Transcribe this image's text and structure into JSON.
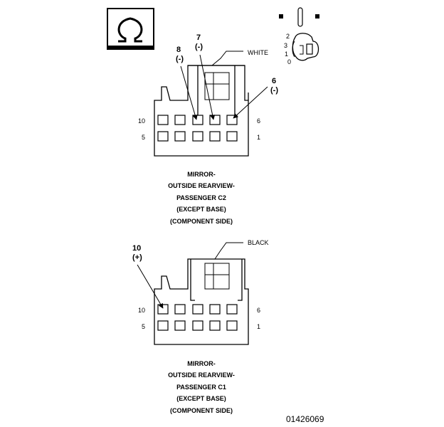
{
  "key_icon": {
    "positions": [
      "2",
      "3",
      "1",
      "0"
    ]
  },
  "connector_c2": {
    "wire_color": "WHITE",
    "pins": [
      {
        "number": "8",
        "polarity": "(-)"
      },
      {
        "number": "7",
        "polarity": "(-)"
      },
      {
        "number": "6",
        "polarity": "(-)"
      }
    ],
    "row_labels": {
      "top_left": "10",
      "top_right": "6",
      "bottom_left": "5",
      "bottom_right": "1"
    },
    "caption": [
      "MIRROR-",
      "OUTSIDE REARVIEW-",
      "PASSENGER C2",
      "(EXCEPT BASE)",
      "(COMPONENT SIDE)"
    ]
  },
  "connector_c1": {
    "wire_color": "BLACK",
    "pins": [
      {
        "number": "10",
        "polarity": "(+)"
      }
    ],
    "row_labels": {
      "top_left": "10",
      "top_right": "6",
      "bottom_left": "5",
      "bottom_right": "1"
    },
    "caption": [
      "MIRROR-",
      "OUTSIDE REARVIEW-",
      "PASSENGER C1",
      "(EXCEPT BASE)",
      "(COMPONENT SIDE)"
    ]
  },
  "figure_id": "01426069"
}
